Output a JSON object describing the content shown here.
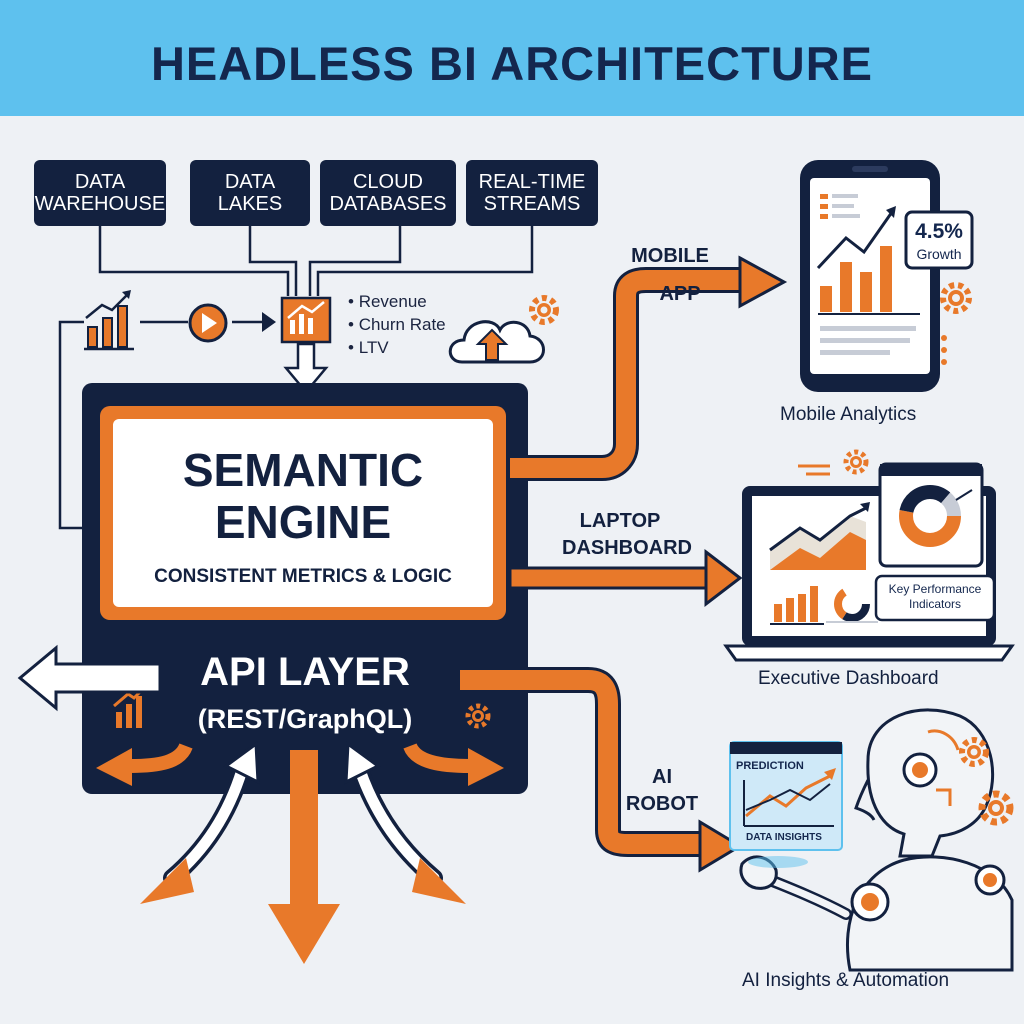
{
  "header": {
    "title": "HEADLESS BI ARCHITECTURE"
  },
  "sources": [
    {
      "line1": "DATA",
      "line2": "WAREHOUSE"
    },
    {
      "line1": "DATA",
      "line2": "LAKES"
    },
    {
      "line1": "CLOUD",
      "line2": "DATABASES"
    },
    {
      "line1": "REAL-TIME",
      "line2": "STREAMS"
    }
  ],
  "metrics": [
    "Revenue",
    "Churn Rate",
    "LTV"
  ],
  "engine": {
    "title_line1": "SEMANTIC",
    "title_line2": "ENGINE",
    "subtitle": "CONSISTENT METRICS & LOGIC",
    "api_title": "API LAYER",
    "api_subtitle": "(REST/GraphQL)"
  },
  "outputs": {
    "mobile": {
      "label_line1": "MOBILE",
      "label_line2": "APP",
      "caption": "Mobile Analytics",
      "stat_value": "4.5%",
      "stat_label": "Growth"
    },
    "laptop": {
      "label_line1": "LAPTOP",
      "label_line2": "DASHBOARD",
      "caption": "Executive Dashboard",
      "kpi_line1": "Key Performance",
      "kpi_line2": "Indicators"
    },
    "robot": {
      "label_line1": "AI",
      "label_line2": "ROBOT",
      "caption": "AI Insights & Automation",
      "panel_title": "PREDICTION",
      "panel_footer": "DATA INSIGHTS"
    }
  },
  "colors": {
    "navy": "#13213f",
    "orange": "#e8792a",
    "sky": "#5ec1ee",
    "background": "#eef1f5"
  }
}
